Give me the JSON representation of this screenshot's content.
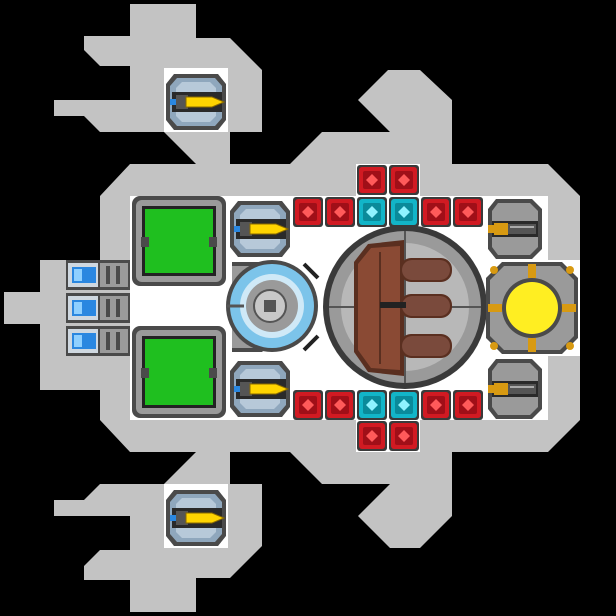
{
  "colors": {
    "background": "#000000",
    "hull": "#c3c3c3",
    "floor": "#ffffff",
    "module_frame": "#4a4a4a",
    "module_mid": "#9a9a9a",
    "storage_green": "#1fbf1f",
    "red_block": "#d11a22",
    "cyan_block": "#12b5c8",
    "reactor_yellow": "#ffee22",
    "reactor_gold": "#d89a12",
    "missile_yellow": "#ffd400",
    "thruster_blue": "#2a87e0",
    "engine_brown": "#8a4a34",
    "shield_blue": "#7cc4ea"
  },
  "modules": {
    "storage": [
      "green-storage-module-top",
      "green-storage-module-bottom"
    ],
    "cannons": [
      "cannon-top-wing",
      "cannon-upper",
      "cannon-lower",
      "cannon-bottom-wing"
    ],
    "thrusters": [
      "thruster-1",
      "thruster-2",
      "thruster-3"
    ],
    "blocks_top": [
      "red",
      "red",
      "cyan",
      "cyan",
      "red",
      "red"
    ],
    "blocks_bottom": [
      "red",
      "red",
      "cyan",
      "cyan",
      "red",
      "red"
    ],
    "blocks_top_extra": [
      "red",
      "red"
    ],
    "blocks_bottom_extra": [
      "red",
      "red"
    ]
  }
}
